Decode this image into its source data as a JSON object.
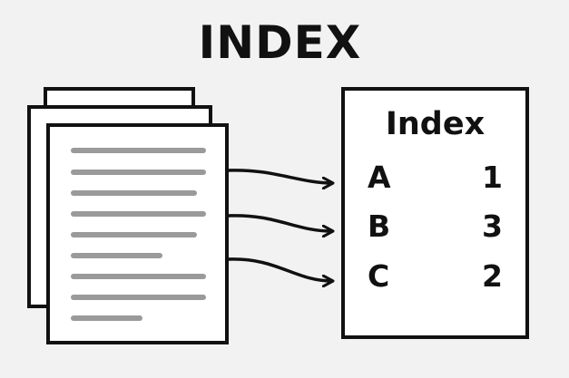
{
  "title": "INDEX",
  "index_box": {
    "heading": "Index",
    "entries": [
      {
        "term": "A",
        "page": "1"
      },
      {
        "term": "B",
        "page": "3"
      },
      {
        "term": "C",
        "page": "2"
      }
    ]
  },
  "colors": {
    "background": "#f2f2f2",
    "stroke": "#111111",
    "text_lines": "#9a9a9a",
    "paper": "#ffffff"
  }
}
